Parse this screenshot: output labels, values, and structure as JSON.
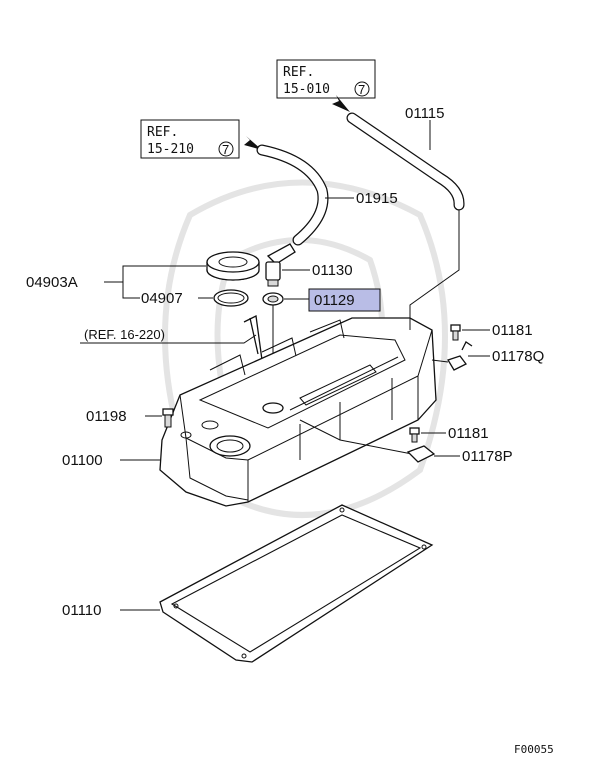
{
  "refs": {
    "ref_a": {
      "line1": "REF.",
      "line2": "15-010",
      "circle": "7"
    },
    "ref_b": {
      "line1": "REF.",
      "line2": "15-210",
      "circle": "7"
    },
    "ref_c": {
      "text": "(REF. 16-220)"
    }
  },
  "parts": {
    "p01115": "01115",
    "p01915": "01915",
    "p04903A": "04903A",
    "p01130": "01130",
    "p04907": "04907",
    "p01129": "01129",
    "p01181a": "01181",
    "p01178Q": "01178Q",
    "p01198": "01198",
    "p01181b": "01181",
    "p01100": "01100",
    "p01178P": "01178P",
    "p01110": "01110"
  },
  "highlight_color": "#b9bde6",
  "figure_code": "F00055"
}
